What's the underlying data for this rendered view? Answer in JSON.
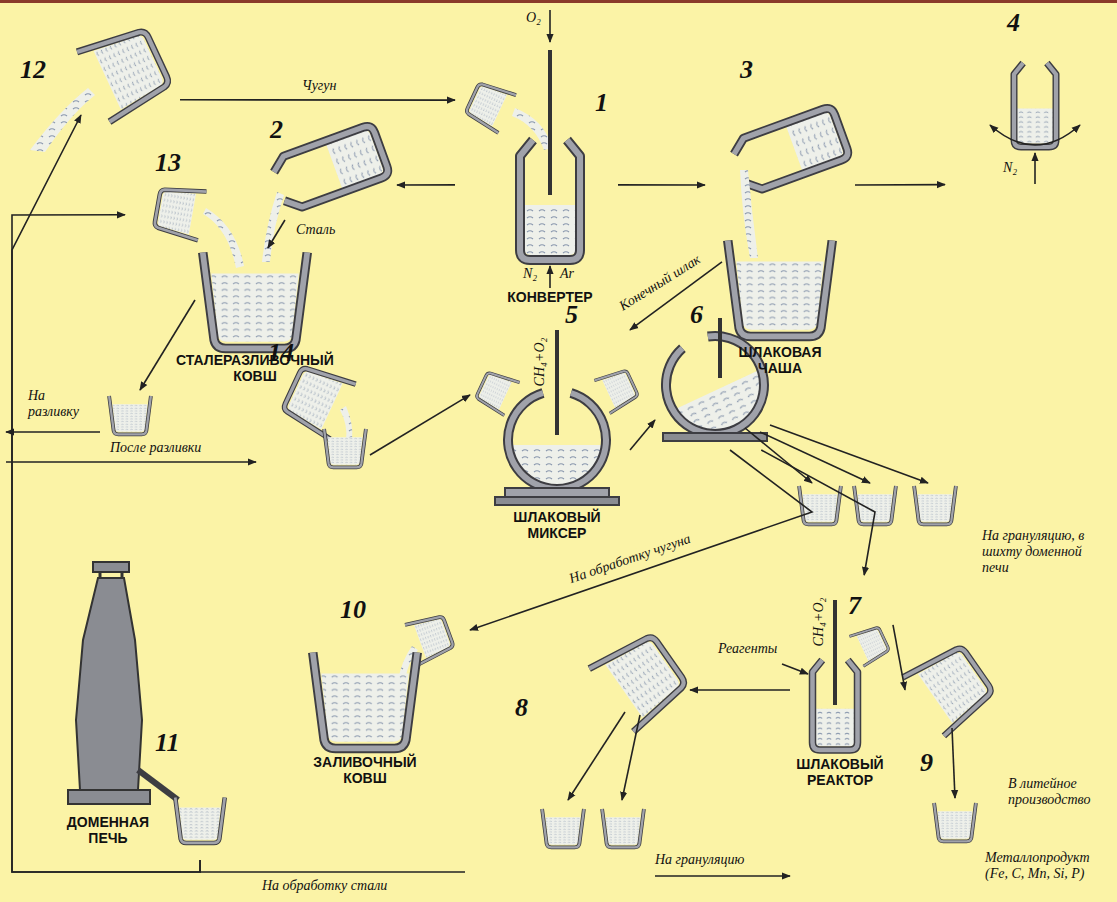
{
  "diagram": {
    "nodes": [
      {
        "text": [
          "12"
        ]
      },
      {
        "text": [
          "1",
          "КОНВЕРТЕР"
        ]
      },
      {
        "text": [
          "2"
        ]
      },
      {
        "text": [
          "3"
        ]
      },
      {
        "text": [
          "4"
        ]
      },
      {
        "text": [
          "13"
        ]
      },
      {
        "text": [
          "СТАЛЕРАЗЛИВОЧНЫЙ КОВШ"
        ]
      },
      {
        "text": [
          "ШЛАКОВАЯ ЧАША"
        ]
      },
      {
        "text": [
          "5",
          "ШЛАКОВЫЙ МИКСЕР"
        ]
      },
      {
        "text": [
          "6"
        ]
      },
      {
        "text": [
          "14"
        ]
      },
      {
        "text": [
          "10",
          "ЗАЛИВОЧНЫЙ КОВШ"
        ]
      },
      {
        "text": [
          "7",
          "ШЛАКОВЫЙ РЕАКТОР"
        ]
      },
      {
        "text": [
          "8"
        ]
      },
      {
        "text": [
          "9"
        ]
      },
      {
        "text": [
          "11",
          "ДОМЕННАЯ ПЕЧЬ"
        ]
      }
    ],
    "edges": [
      {
        "from": 0,
        "to": 1,
        "label": "Чугун",
        "arrow": "to"
      },
      {
        "from": 1,
        "to": 2,
        "arrow": "to"
      },
      {
        "from": 1,
        "to": 3,
        "arrow": "to"
      },
      {
        "from": 3,
        "to": 4,
        "arrow": "to"
      },
      {
        "from": 2,
        "to": 6,
        "label": "Сталь",
        "arrow": "to"
      },
      {
        "from": 15,
        "to": 0,
        "arrow": "to"
      },
      {
        "from": 15,
        "to": 5,
        "arrow": "to"
      },
      {
        "from": 7,
        "to": 8,
        "label": "Конечный шлак",
        "arrow": "to"
      },
      {
        "from": 10,
        "to": 8,
        "arrow": "to"
      },
      {
        "from": 8,
        "to": 9,
        "arrow": "to"
      },
      {
        "from": 9,
        "to": 11,
        "label": "На обработку чугуна",
        "arrow": "to"
      },
      {
        "from": 9,
        "to": 12,
        "arrow": "to"
      },
      {
        "from": 12,
        "to": 13,
        "arrow": "to"
      },
      {
        "from": 12,
        "to": 14,
        "arrow": "to"
      }
    ],
    "labels": [
      "O₂",
      "N₂",
      "Ar",
      "N₂",
      "CH₄+O₂",
      "CH₄+O₂",
      "Реагенты",
      "На разливку",
      "После разливки",
      "На грануляцию, в шихту доменной печи",
      "В литейное производство",
      "Металлопродукт (Fe, C, Mn, Si, P)",
      "На грануляцию",
      "На обработку стали"
    ]
  }
}
